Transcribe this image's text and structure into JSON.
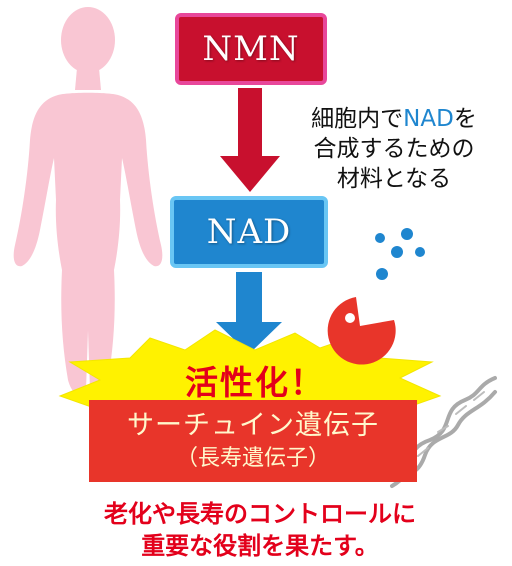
{
  "nmn_box": {
    "label": "NMN"
  },
  "nad_box": {
    "label": "NAD"
  },
  "side_note": {
    "line1_pre": "細胞内で",
    "line1_highlight": "NAD",
    "line1_post": "を",
    "line2": "合成するための",
    "line3": "材料となる"
  },
  "activation": {
    "text": "活性化！"
  },
  "sirtuin": {
    "line1": "サーチュイン遺伝子",
    "line2": "（長寿遺伝子）"
  },
  "footer": {
    "line1": "老化や長寿のコントロールに",
    "line2": "重要な役割を果たす。"
  },
  "colors": {
    "nmn_fill": "#c8102e",
    "nmn_border": "#e8479a",
    "nad_fill": "#1f86cf",
    "nad_border": "#69c6f4",
    "arrow_red": "#c8102e",
    "arrow_blue": "#1f86cf",
    "burst_yellow": "#fff200",
    "accent_red": "#e3001b",
    "silhouette_pink": "#f9c6d3",
    "enzyme_red": "#e8352a",
    "dot_blue": "#1f86cf"
  },
  "icons": [
    "human-silhouette-icon",
    "enzyme-pacman-icon",
    "molecule-dots-icon",
    "dna-helix-icon",
    "burst-icon"
  ]
}
